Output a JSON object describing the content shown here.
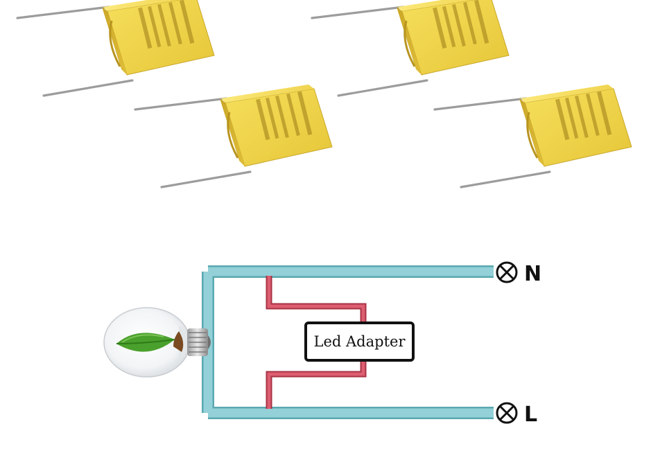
{
  "diagram": {
    "adapter_label": "Led Adapter",
    "terminal_n_label": "N",
    "terminal_l_label": "L"
  },
  "colors": {
    "wire_main": "#8fcfd6",
    "wire_main_edge": "#5aa8b0",
    "wire_adapter": "#d8586a",
    "wire_adapter_edge": "#a83244",
    "capacitor_body": "#f2d54a",
    "capacitor_shadow": "#c9a92a",
    "lead": "#a8a8a8",
    "leaf": "#4aa02c"
  },
  "icons": {
    "terminal": "circle-cross-icon",
    "bulb": "light-bulb-leaf-icon",
    "capacitor": "capacitor-icon"
  }
}
